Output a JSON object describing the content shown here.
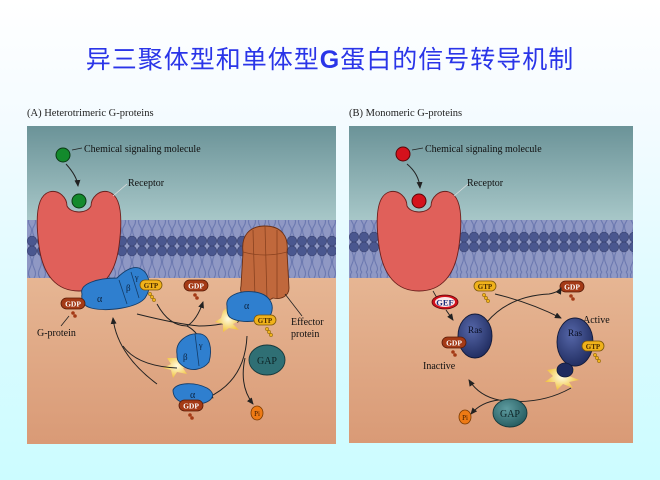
{
  "slide": {
    "title_part1": "异三聚体型和单体型",
    "title_g": "G",
    "title_part2": "蛋白的信号转导机制",
    "title_color": "#2a35e8"
  },
  "panel_a": {
    "caption": "(A)  Heterotrimeric G-proteins",
    "signal_label": "Chemical signaling molecule",
    "signal_color": "#138a2c",
    "receptor_label": "Receptor",
    "gprotein_label": "G-protein",
    "alpha": "α",
    "beta": "β",
    "gamma": "γ",
    "gdp": "GDP",
    "gtp": "GTP",
    "effector_label_1": "Effector",
    "effector_label_2": "protein",
    "gap": "GAP",
    "pi": "Pi"
  },
  "panel_b": {
    "caption": "(B)  Monomeric G-proteins",
    "signal_label": "Chemical signaling molecule",
    "signal_color": "#d4121c",
    "receptor_label": "Receptor",
    "gef": "GEF",
    "ras": "Ras",
    "gdp": "GDP",
    "gtp": "GTP",
    "active_label": "Active",
    "inactive_label": "Inactive",
    "gap": "GAP",
    "pi": "Pi"
  },
  "colors": {
    "receptor": "#e0605a",
    "alpha_subunit": "#2f7fcf",
    "ras": "#2c3c7a",
    "gap": "#2f6f74",
    "effector": "#c0683c",
    "gdp_badge": "#a43a16",
    "gtp_badge": "#f0b21a",
    "membrane": "#5a67a0"
  }
}
